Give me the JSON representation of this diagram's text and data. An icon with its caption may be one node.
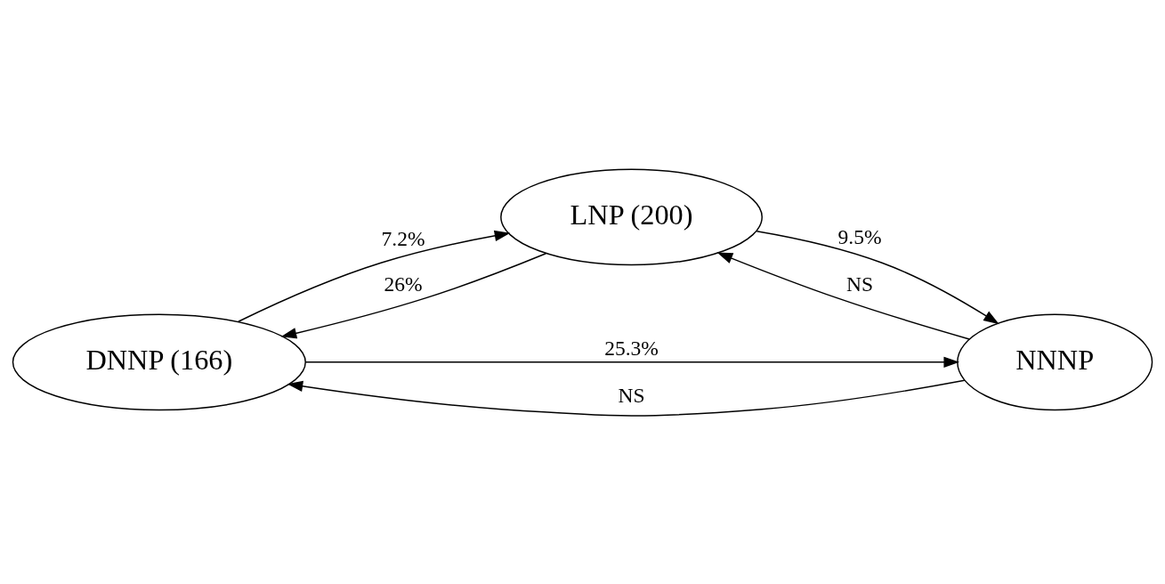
{
  "diagram": {
    "nodes": [
      {
        "text": [
          "DNNP (166)"
        ]
      },
      {
        "text": [
          "LNP (200)"
        ]
      },
      {
        "text": [
          "NNNP"
        ]
      }
    ],
    "edges": [
      {
        "from": 0,
        "to": 1,
        "arrow": "to",
        "label": "7.2%"
      },
      {
        "from": 1,
        "to": 0,
        "arrow": "to",
        "label": "26%"
      },
      {
        "from": 0,
        "to": 2,
        "arrow": "to",
        "label": "25.3%"
      },
      {
        "from": 2,
        "to": 0,
        "arrow": "to",
        "label": "NS"
      },
      {
        "from": 2,
        "to": 1,
        "arrow": "to",
        "label": "NS"
      },
      {
        "from": 1,
        "to": 2,
        "arrow": "to",
        "label": "9.5%"
      }
    ]
  }
}
